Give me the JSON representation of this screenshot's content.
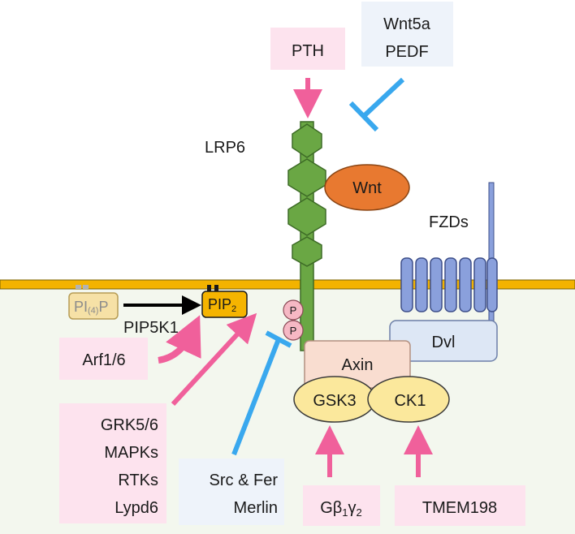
{
  "receptors": {
    "lrp6": "LRP6",
    "wnt": "Wnt",
    "fzds": "FZDs",
    "dvl": "Dvl"
  },
  "complex": {
    "axin": "Axin",
    "gsk3": "GSK3",
    "ck1": "CK1"
  },
  "phospho": {
    "p": "P"
  },
  "lipids": {
    "pi4p_base": "PI",
    "pi4p_sub": "(4)",
    "pi4p_end": "P",
    "pip2_base": "PIP",
    "pip2_sub": "2",
    "kinase": "PIP5K1"
  },
  "activators": {
    "pth": "PTH",
    "arf": "Arf1/6",
    "grk": [
      "GRK5/6",
      "MAPKs",
      "RTKs",
      "Lypd6"
    ],
    "gbg": {
      "base": "Gβ",
      "sub1": "1",
      "mid": "γ",
      "sub2": "2"
    },
    "tmem": "TMEM198"
  },
  "inhibitors": {
    "wnt5a": [
      "Wnt5a",
      "PEDF"
    ],
    "src": [
      "Src & Fer",
      "Merlin"
    ]
  },
  "colors": {
    "activation_arrow": "#f0609b",
    "inhibition_bar": "#39a8ee",
    "lrp6": "#6aa744",
    "wnt": "#e87930",
    "fzd": "#8aa0dc",
    "membrane": "#f3b300",
    "activator_box": "#fde3ee",
    "inhibitor_box": "#eef3fa"
  }
}
